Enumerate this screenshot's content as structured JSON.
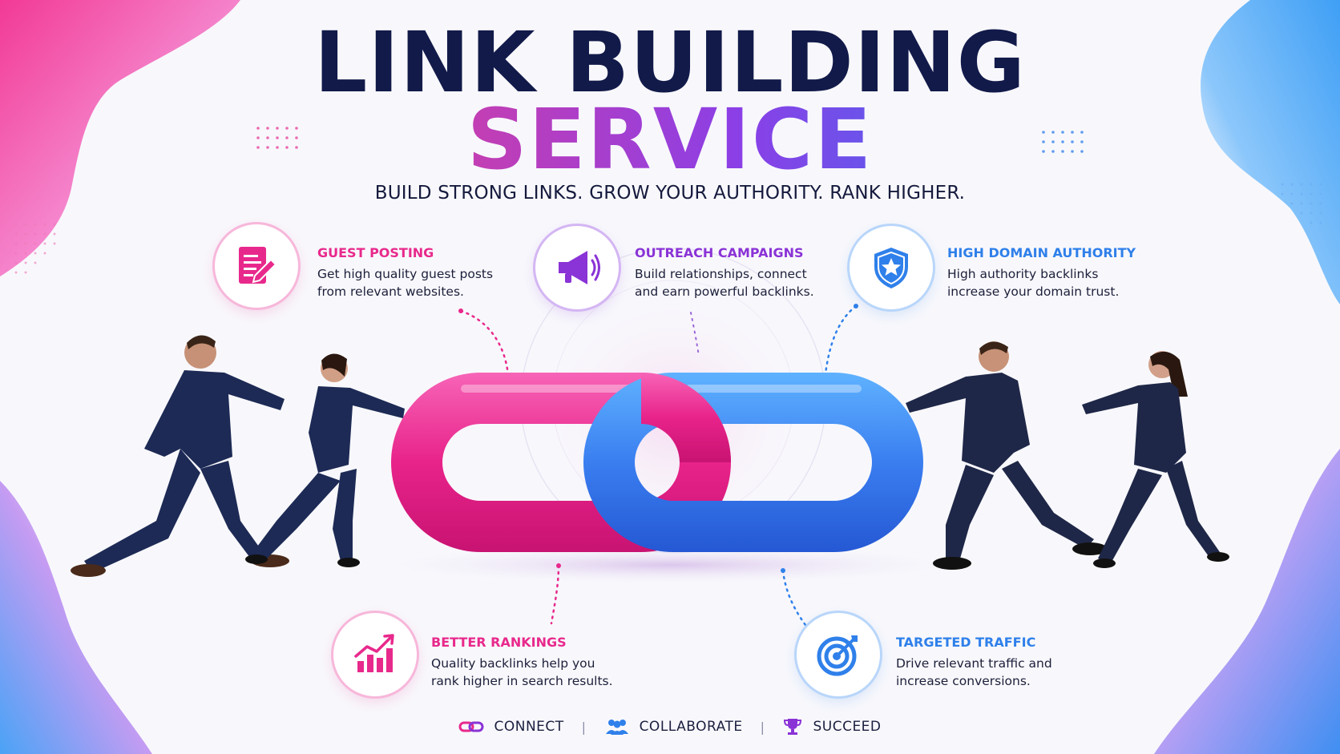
{
  "header": {
    "title_line1": "LINK BUILDING",
    "title_line2": "SERVICE",
    "tagline": "BUILD STRONG LINKS. GROW YOUR AUTHORITY. RANK HIGHER."
  },
  "features": {
    "guest_posting": {
      "title": "GUEST POSTING",
      "desc1": "Get high quality guest posts",
      "desc2": "from relevant websites.",
      "icon": "document-pencil-icon",
      "color": "#e8298c"
    },
    "outreach": {
      "title": "OUTREACH CAMPAIGNS",
      "desc1": "Build relationships, connect",
      "desc2": "and earn powerful backlinks.",
      "icon": "megaphone-icon",
      "color": "#8a33d6"
    },
    "authority": {
      "title": "HIGH DOMAIN AUTHORITY",
      "desc1": "High authority backlinks",
      "desc2": "increase your domain trust.",
      "icon": "shield-star-icon",
      "color": "#2f80ea"
    },
    "rankings": {
      "title": "BETTER RANKINGS",
      "desc1": "Quality backlinks help you",
      "desc2": "rank higher in search results.",
      "icon": "growth-chart-icon",
      "color": "#e8298c"
    },
    "traffic": {
      "title": "TARGETED TRAFFIC",
      "desc1": "Drive relevant traffic and",
      "desc2": "increase conversions.",
      "icon": "target-icon",
      "color": "#2f80ea"
    }
  },
  "footer": {
    "connect": "CONNECT",
    "collaborate": "COLLABORATE",
    "succeed": "SUCCEED",
    "separator": "|"
  },
  "colors": {
    "navy": "#121a4a",
    "pink": "#e8298c",
    "purple": "#8a33d6",
    "blue": "#2f80ea"
  }
}
